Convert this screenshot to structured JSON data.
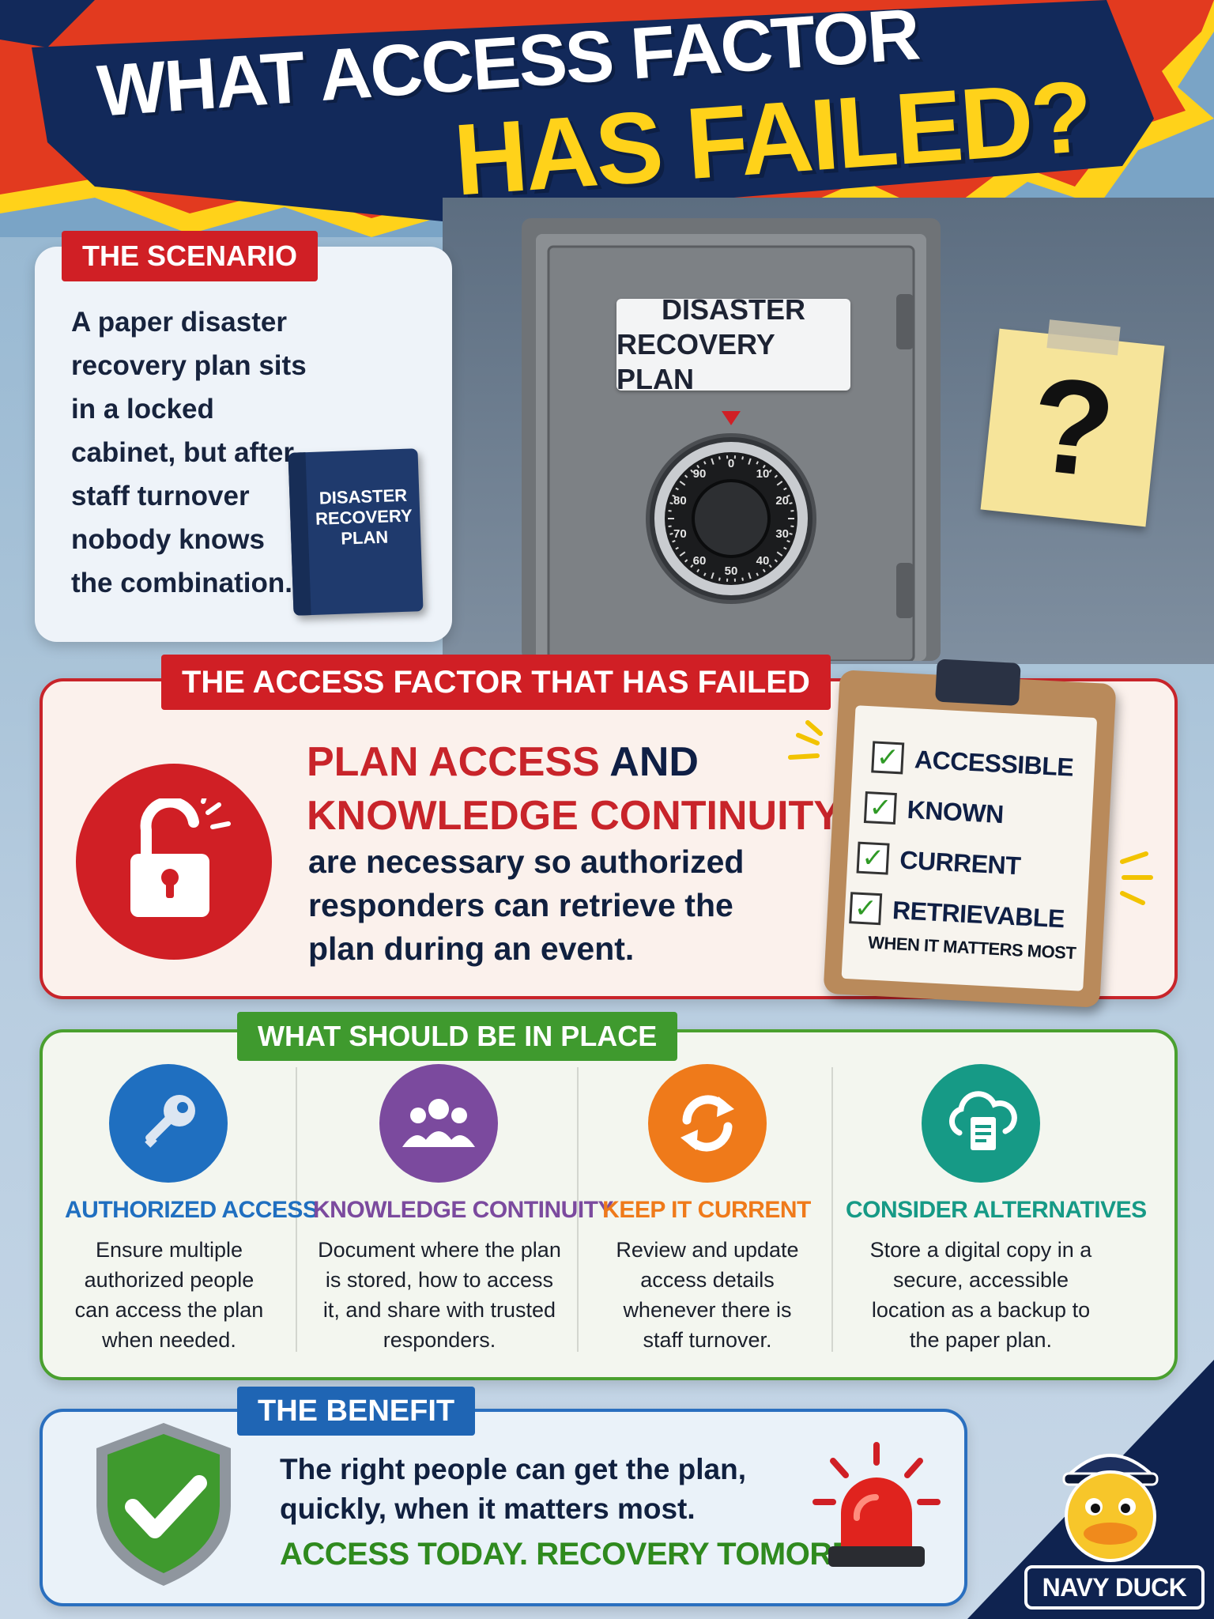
{
  "header": {
    "title_line1": "WHAT ACCESS FACTOR",
    "title_line2": "HAS FAILED?"
  },
  "scenario": {
    "tag": "THE SCENARIO",
    "text": "A paper disaster recovery plan sits in a locked cabinet, but after staff turnover nobody knows the combination.",
    "binder_label": [
      "DISASTER",
      "RECOVERY",
      "PLAN"
    ]
  },
  "safe": {
    "label_line1": "DISASTER",
    "label_line2": "RECOVERY PLAN",
    "dial_numbers": [
      "0",
      "10",
      "20",
      "30",
      "40",
      "50",
      "60",
      "70",
      "80",
      "90"
    ],
    "note_symbol": "?"
  },
  "failed": {
    "tag": "THE ACCESS FACTOR THAT HAS FAILED",
    "head_red_1": "PLAN ACCESS",
    "head_dark": " AND",
    "head_red_2": "KNOWLEDGE CONTINUITY",
    "body": "are necessary so authorized responders can retrieve the plan during an event.",
    "checklist": [
      "ACCESSIBLE",
      "KNOWN",
      "CURRENT",
      "RETRIEVABLE"
    ],
    "checklist_footer": "WHEN IT MATTERS MOST"
  },
  "in_place": {
    "tag": "WHAT SHOULD BE IN PLACE",
    "items": [
      {
        "title": "AUTHORIZED ACCESS",
        "desc": "Ensure multiple authorized people can access the plan when needed.",
        "color": "#1f6fc0",
        "icon": "key-icon"
      },
      {
        "title": "KNOWLEDGE CONTINUITY",
        "desc": "Document where the plan is stored, how to access it, and share with trusted responders.",
        "color": "#7b4a9e",
        "icon": "people-icon"
      },
      {
        "title": "KEEP IT CURRENT",
        "desc": "Review and update access details whenever there is staff turnover.",
        "color": "#ef7a1a",
        "icon": "refresh-icon"
      },
      {
        "title": "CONSIDER ALTERNATIVES",
        "desc": "Store a digital copy in a secure, accessible location as a backup to the paper plan.",
        "color": "#169a86",
        "icon": "cloud-document-icon"
      }
    ]
  },
  "benefit": {
    "tag": "THE BENEFIT",
    "text": "The right people can get the plan, quickly, when it matters most.",
    "tagline": "ACCESS TODAY. RECOVERY TOMORROW."
  },
  "logo": {
    "text": "NAVY DUCK"
  },
  "colors": {
    "navy": "#0f2350",
    "red": "#d01f25",
    "green": "#3f9a2e",
    "blue": "#1f65b4",
    "yellow": "#ffd21a"
  }
}
